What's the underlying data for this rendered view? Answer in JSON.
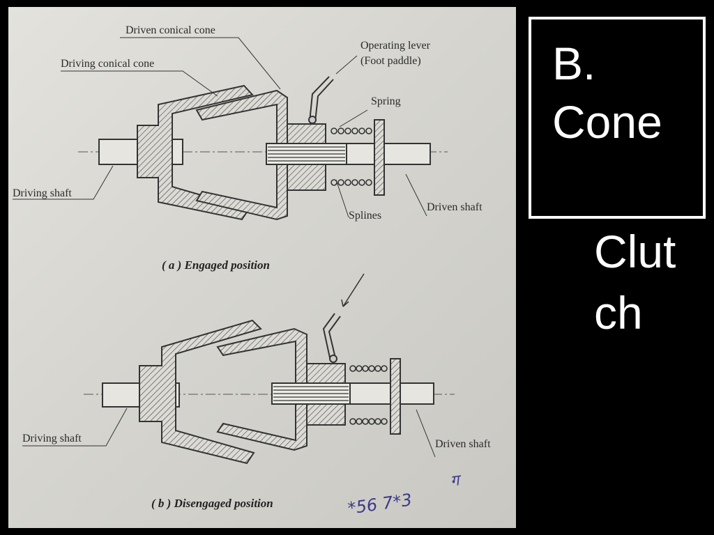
{
  "slide": {
    "title_lines": [
      "B.",
      "Cone",
      "Clut",
      "ch"
    ]
  },
  "figure": {
    "engaged": {
      "labels": {
        "driven_cone": "Driven conical cone",
        "driving_cone": "Driving conical cone",
        "lever": "Operating lever",
        "lever_sub": "(Foot paddle)",
        "spring": "Spring",
        "driving_shaft": "Driving shaft",
        "splines": "Splines",
        "driven_shaft": "Driven shaft"
      },
      "caption": "( a ) Engaged position"
    },
    "disengaged": {
      "labels": {
        "driving_shaft": "Driving shaft",
        "driven_shaft": "Driven shaft"
      },
      "caption": "( b ) Disengaged position"
    },
    "handwriting": "*56 7*3",
    "handwriting_sym": "ग"
  }
}
